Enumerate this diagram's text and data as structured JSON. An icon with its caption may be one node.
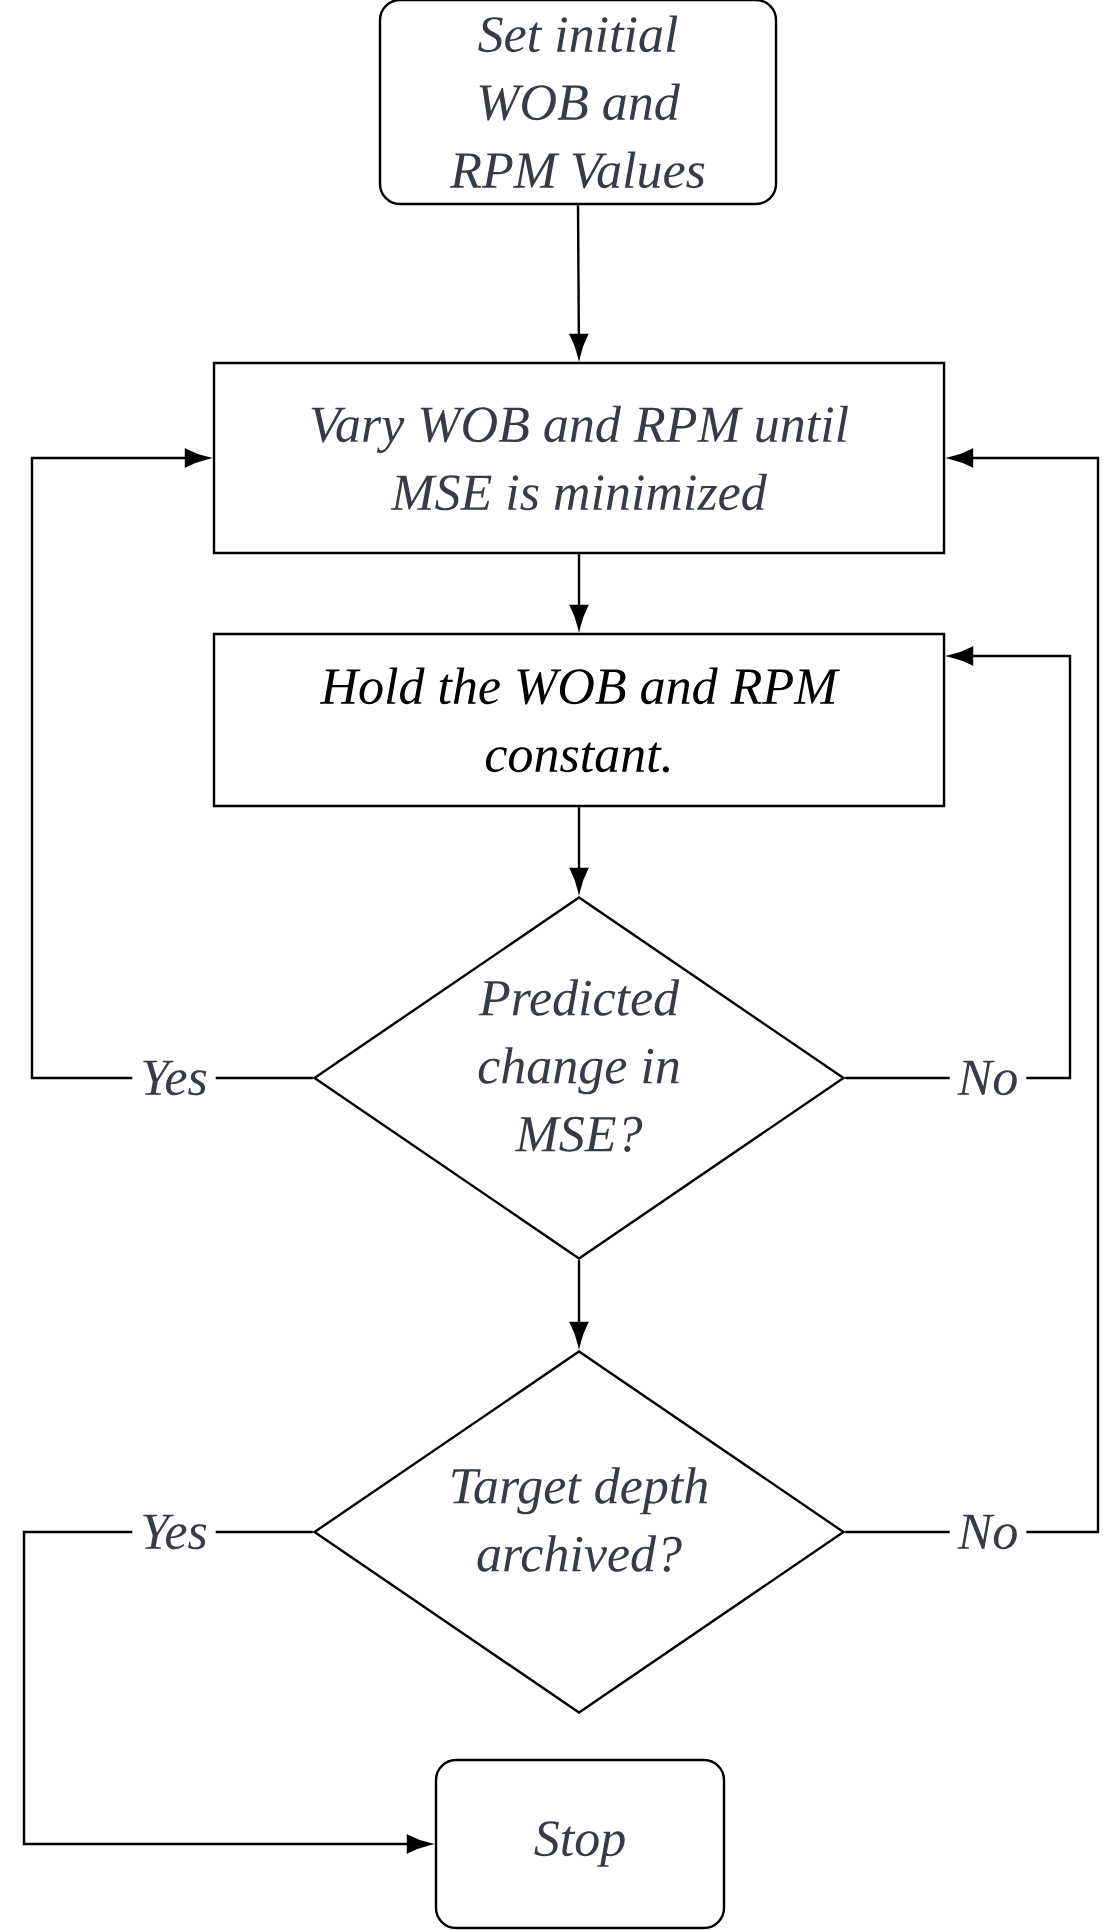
{
  "diagram": {
    "nodes": [
      {
        "text": [
          "Set initial WOB and RPM Values"
        ]
      },
      {
        "text": [
          "Vary WOB and RPM until MSE is minimized"
        ]
      },
      {
        "text": [
          "Hold the WOB and RPM constant."
        ]
      },
      {
        "text": [
          "Predicted change in MSE?"
        ]
      },
      {
        "text": [
          "Target depth archived?"
        ]
      },
      {
        "text": [
          "Stop"
        ]
      }
    ],
    "edges": [
      {
        "from": 0,
        "to": 1,
        "arrow": "to"
      },
      {
        "from": 1,
        "to": 2,
        "arrow": "to"
      },
      {
        "from": 2,
        "to": 3,
        "arrow": "to"
      },
      {
        "from": 3,
        "to": 1,
        "arrow": "to",
        "label": "Yes"
      },
      {
        "from": 3,
        "to": 2,
        "arrow": "to",
        "label": "No"
      },
      {
        "from": 3,
        "to": 4,
        "arrow": "to"
      },
      {
        "from": 4,
        "to": 5,
        "arrow": "to",
        "label": "Yes"
      },
      {
        "from": 4,
        "to": 1,
        "arrow": "to",
        "label": "No"
      }
    ]
  }
}
